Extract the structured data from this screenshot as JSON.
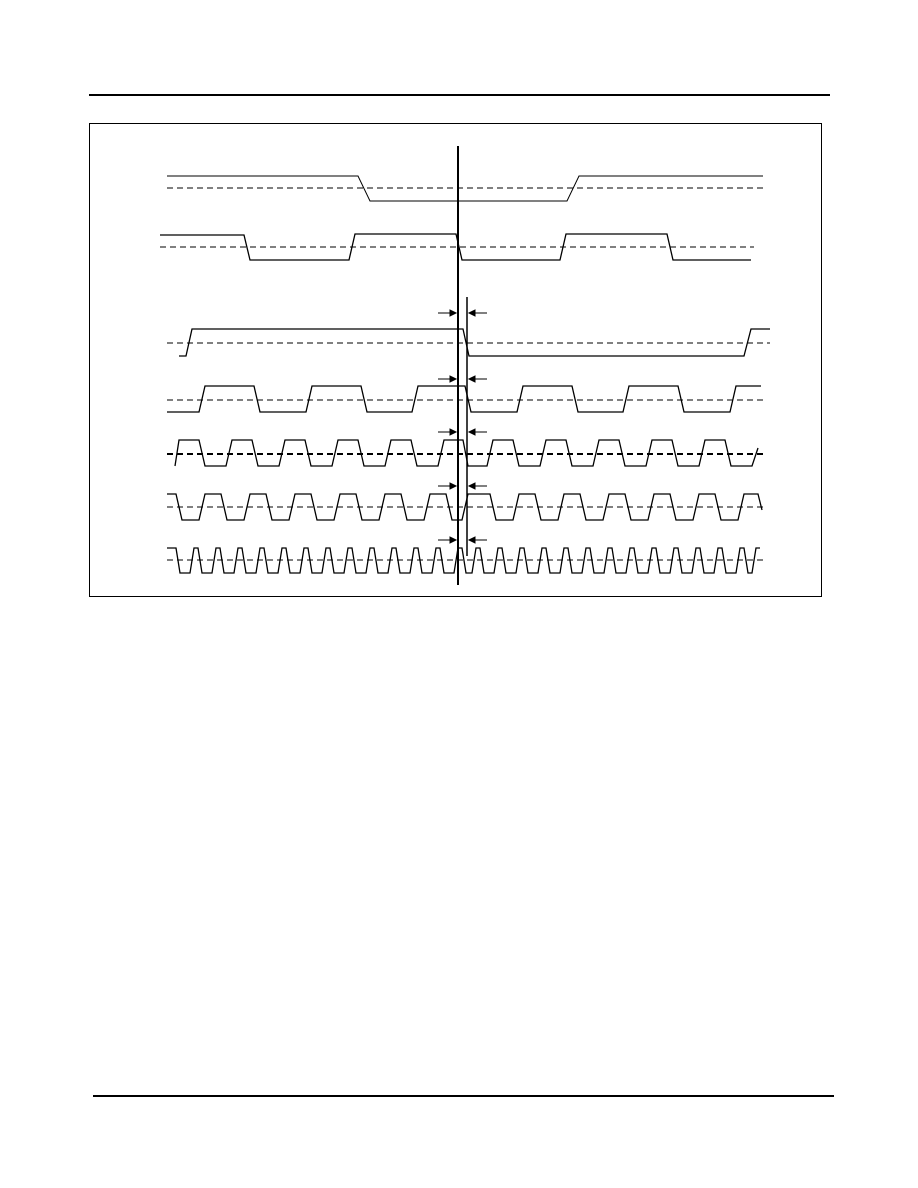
{
  "page": {
    "header_text": "",
    "footer_text": ""
  },
  "diagram": {
    "kind": "timing-diagram",
    "signals": [
      {
        "period_units": 1,
        "phase_units": 0.5,
        "duty": 0.5,
        "dashed_threshold_style": "dashed"
      },
      {
        "period_units": 2,
        "phase_units": 0.25,
        "duty": 0.5,
        "dashed_threshold_style": "dashed"
      },
      {
        "period_units": 1,
        "phase_units": 0,
        "duty": 0.5,
        "dashed_threshold_style": "dashed",
        "delay_marker": true
      },
      {
        "period_units": 2,
        "phase_units": 0,
        "duty": 0.5,
        "dashed_threshold_style": "dashed",
        "delay_marker": true
      },
      {
        "period_units": 4,
        "phase_units": 0,
        "duty": 0.5,
        "dashed_threshold_style": "dashed-bold",
        "delay_marker": true
      },
      {
        "period_units": 4,
        "phase_units": 0.125,
        "duty": 0.5,
        "dashed_threshold_style": "dashed",
        "delay_marker": true
      },
      {
        "period_units": 8,
        "phase_units": 0,
        "duty": 0.5,
        "dashed_threshold_style": "dashed",
        "delay_marker": true
      }
    ],
    "reference_line": "vertical-edge-marker",
    "icons": [
      "arrow-right-icon",
      "arrow-left-icon"
    ]
  }
}
